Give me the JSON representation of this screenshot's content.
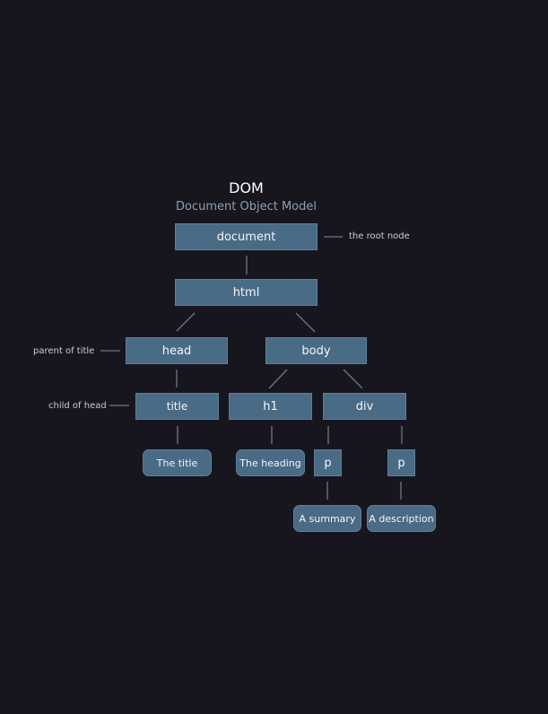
{
  "title": "DOM",
  "subtitle": "Document Object Model",
  "nodes": {
    "document": "document",
    "html": "html",
    "head": "head",
    "body": "body",
    "title": "title",
    "h1": "h1",
    "div": "div",
    "p1": "p",
    "p2": "p",
    "the_title": "The title",
    "the_heading": "The heading",
    "a_summary": "A summary",
    "a_description": "A description"
  },
  "annotations": {
    "root": "the root node",
    "parent": "parent of title",
    "child": "child of head"
  },
  "colors": {
    "background": "#17161f",
    "node_fill": "#4a6b85",
    "connector": "#6b7686",
    "subtitle": "#8d9fb3"
  }
}
